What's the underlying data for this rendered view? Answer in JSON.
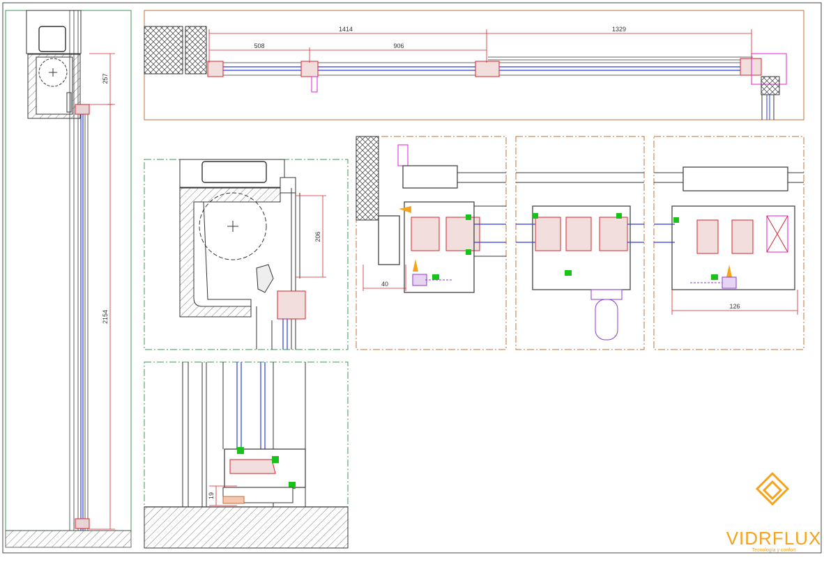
{
  "dimensions": {
    "plan_total_left": "1414",
    "plan_total_right": "1329",
    "plan_leaf_left": "508",
    "plan_leaf_mid": "906",
    "elev_box": "257",
    "elev_height": "2154",
    "box_section": "206",
    "sill_height": "19",
    "detail_left": "40",
    "detail_right": "126"
  },
  "logo": {
    "name": "VIDRFLUX",
    "tagline": "Tecnología y confort"
  },
  "colors": {
    "dim_line": "#d8232a",
    "panel_green": "#3a9a5a",
    "panel_orange": "#c0703a",
    "glass": "#2b3bd6",
    "gasket": "#18c218",
    "accent": "#e01fd6",
    "brand": "#f6a21a"
  }
}
